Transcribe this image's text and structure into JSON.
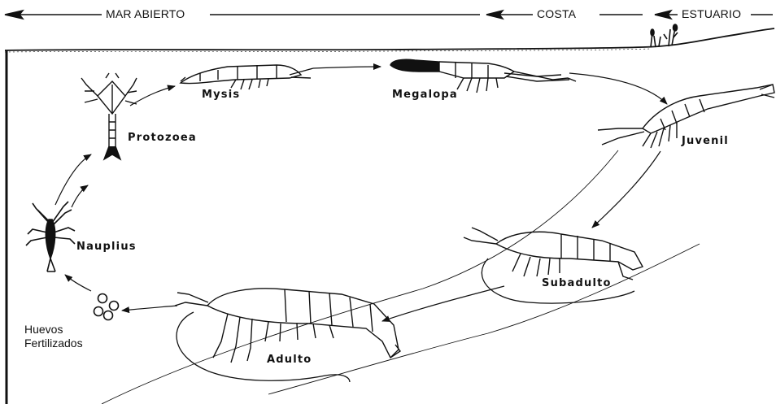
{
  "zones": {
    "open_sea": "MAR ABIERTO",
    "coast": "COSTA",
    "estuary": "ESTUARIO"
  },
  "stages": {
    "eggs_line1": "Huevos",
    "eggs_line2": "Fertilizados",
    "nauplius": "Nauplius",
    "protozoea": "Protozoea",
    "mysis": "Mysis",
    "megalopa": "Megalopa",
    "juvenile": "Juvenil",
    "subadult": "Subadulto",
    "adult": "Adulto"
  }
}
